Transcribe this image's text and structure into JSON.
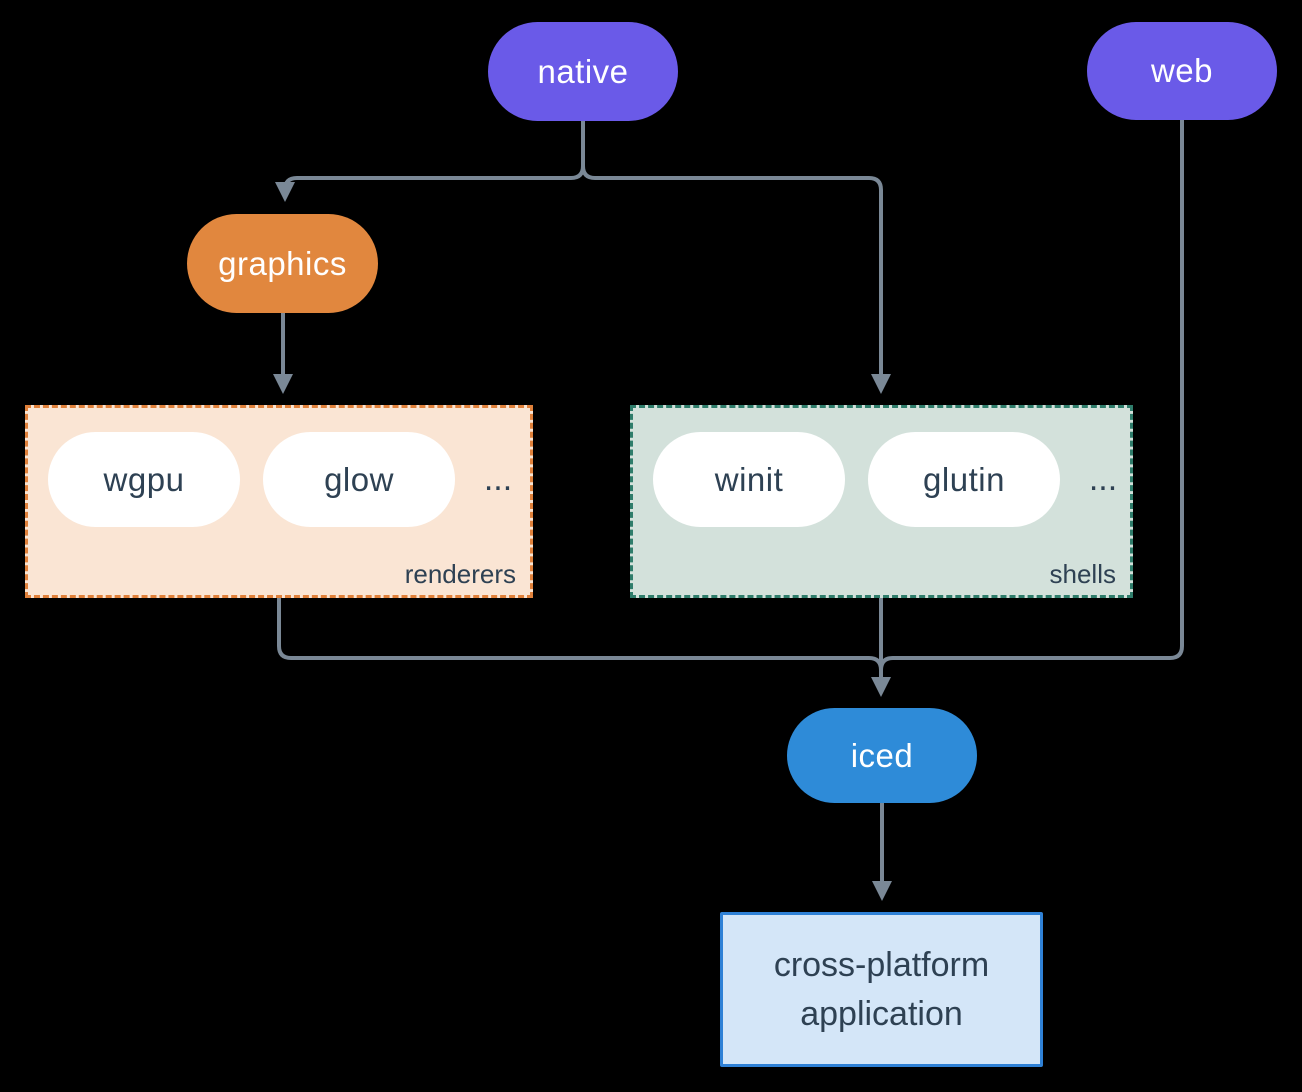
{
  "nodes": {
    "native": "native",
    "web": "web",
    "graphics": "graphics",
    "iced": "iced",
    "app_line1": "cross-platform",
    "app_line2": "application"
  },
  "groups": {
    "renderers": {
      "label": "renderers",
      "items": [
        "wgpu",
        "glow"
      ],
      "ellipsis": "..."
    },
    "shells": {
      "label": "shells",
      "items": [
        "winit",
        "glutin"
      ],
      "ellipsis": "..."
    }
  },
  "colors": {
    "background": "#000000",
    "purple": "#6A5AE8",
    "orange": "#E1873E",
    "blue": "#2E8BD8",
    "white_pill": "#FFFFFF",
    "renderers_fill": "#FAE5D4",
    "renderers_border": "#E0813B",
    "shells_fill": "#D3E1DB",
    "shells_border": "#2F7D6B",
    "app_fill": "#D4E6F8",
    "app_border": "#2F81D6",
    "text_dark": "#2E4153",
    "text_light": "#FFFFFF",
    "connector": "#7A8896"
  }
}
